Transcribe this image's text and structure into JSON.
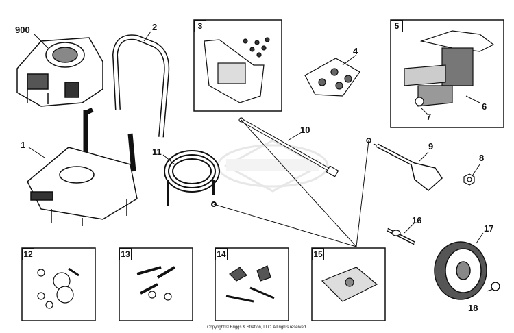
{
  "parts": {
    "engine": "900",
    "handle": "2",
    "bracket_kit": "3",
    "screws": "4",
    "pump": "5",
    "pump_oring": "6",
    "pump_nut": "7",
    "nut": "8",
    "spray_gun": "9",
    "wand": "10",
    "hose": "11",
    "frame": "1",
    "wheel_kit_hardware": "12",
    "bolt_kit": "13",
    "knob_kit": "14",
    "foot_kit": "15",
    "axle": "16",
    "wheel": "17",
    "retaining_ring": "18"
  },
  "watermark": "BRIGGS&STRATTON",
  "copyright": "Copyright © Briggs & Stratton, LLC. All rights reserved."
}
